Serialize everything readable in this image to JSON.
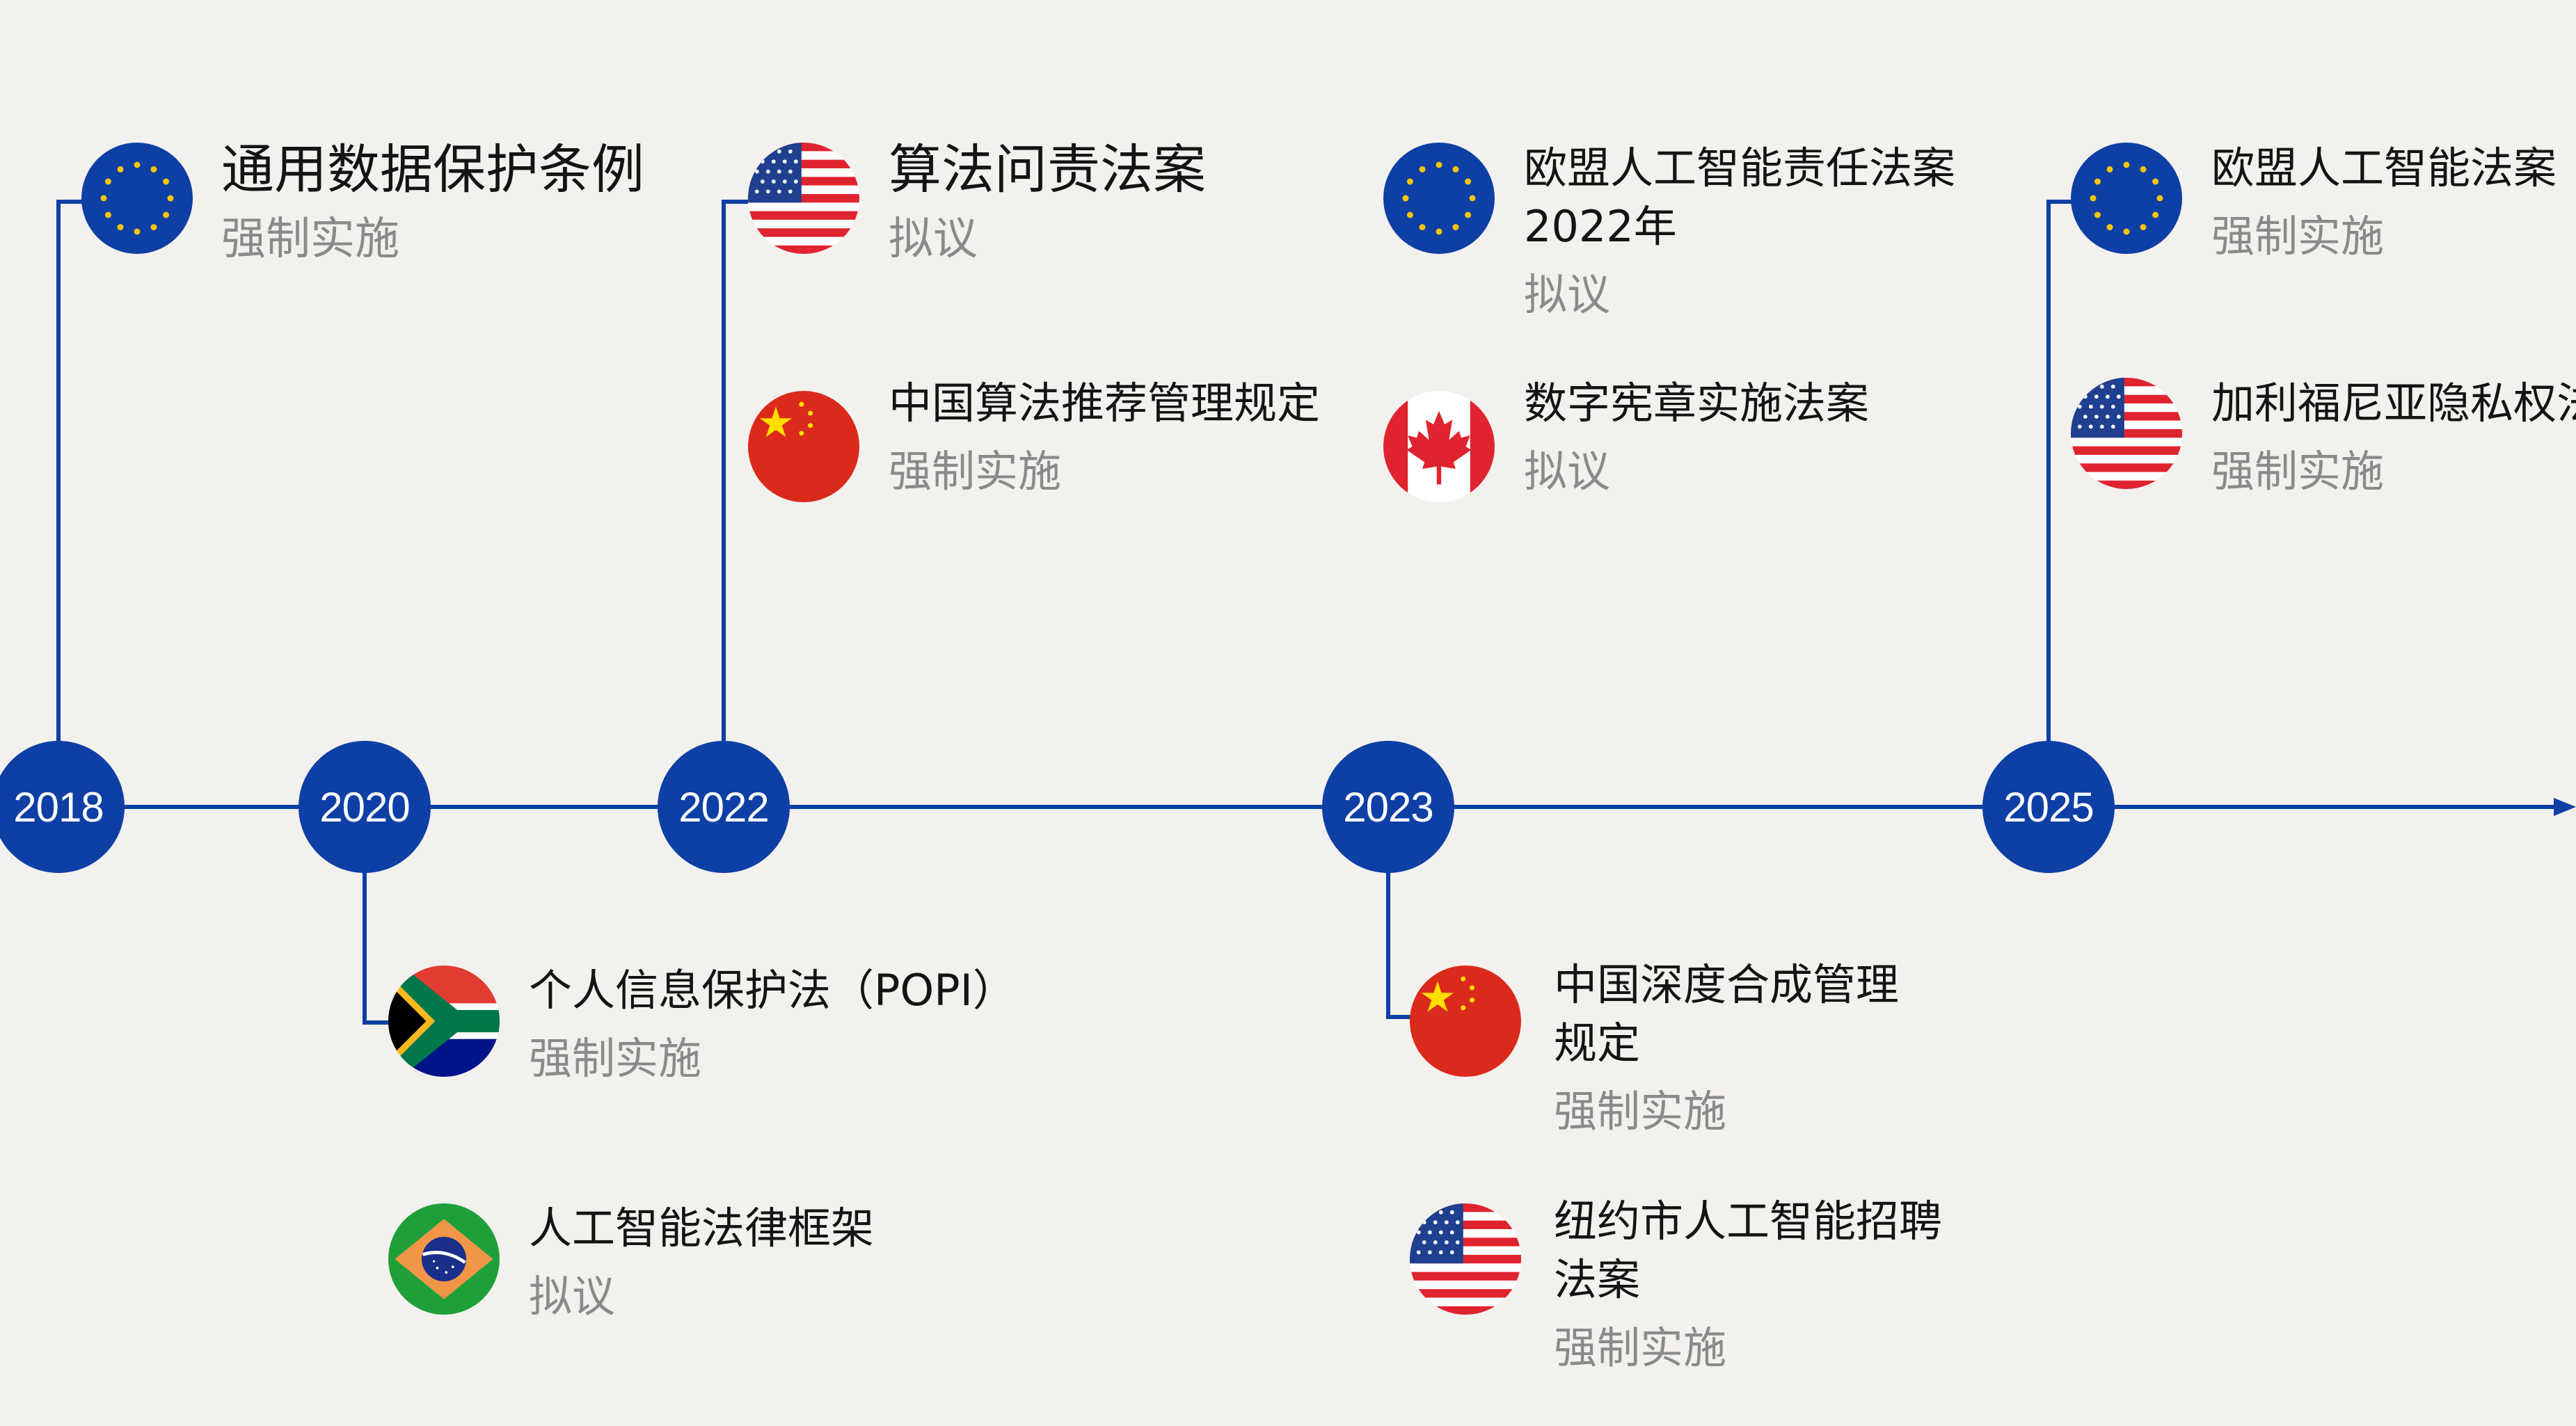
{
  "colors": {
    "background": "#f3f1ee",
    "timeline": "#0d3fa5",
    "text": "#141414",
    "status_text": "#8a8a8a"
  },
  "timeline": {
    "years": [
      "2018",
      "2020",
      "2022",
      "2023",
      "2025"
    ]
  },
  "laws": [
    {
      "id": "gdpr",
      "year": "2018",
      "flag": "eu-flag-icon",
      "lines": [
        "通用数据保护条例"
      ],
      "status": "强制实施"
    },
    {
      "id": "popi",
      "year": "2020",
      "flag": "south-africa-flag-icon",
      "lines": [
        "个人信息保护法（POPI）"
      ],
      "status": "强制实施"
    },
    {
      "id": "brazil-ai",
      "year": "2020",
      "flag": "brazil-flag-icon",
      "lines": [
        "人工智能法律框架"
      ],
      "status": "拟议"
    },
    {
      "id": "algo-accountability",
      "year": "2022",
      "flag": "us-flag-icon",
      "lines": [
        "算法问责法案"
      ],
      "status": "拟议"
    },
    {
      "id": "china-algo",
      "year": "2022",
      "flag": "china-flag-icon",
      "lines": [
        "中国算法推荐管理规定"
      ],
      "status": "强制实施"
    },
    {
      "id": "eu-ai-liability",
      "year": "2023",
      "flag": "eu-flag-icon",
      "lines": [
        "欧盟人工智能责任法案",
        "2022年"
      ],
      "status": "拟议"
    },
    {
      "id": "digital-charter",
      "year": "2023",
      "flag": "canada-flag-icon",
      "lines": [
        "数字宪章实施法案"
      ],
      "status": "拟议"
    },
    {
      "id": "china-deep-synthesis",
      "year": "2023",
      "flag": "china-flag-icon",
      "lines": [
        "中国深度合成管理",
        "规定"
      ],
      "status": "强制实施"
    },
    {
      "id": "nyc-ai-hiring",
      "year": "2023",
      "flag": "us-flag-icon",
      "lines": [
        "纽约市人工智能招聘",
        "法案"
      ],
      "status": "强制实施"
    },
    {
      "id": "eu-ai-act",
      "year": "2025",
      "flag": "eu-flag-icon",
      "lines": [
        "欧盟人工智能法案"
      ],
      "status": "强制实施"
    },
    {
      "id": "california-privacy",
      "year": "2025",
      "flag": "us-flag-icon",
      "lines": [
        "加利福尼亚隐私权法"
      ],
      "status": "强制实施"
    }
  ]
}
